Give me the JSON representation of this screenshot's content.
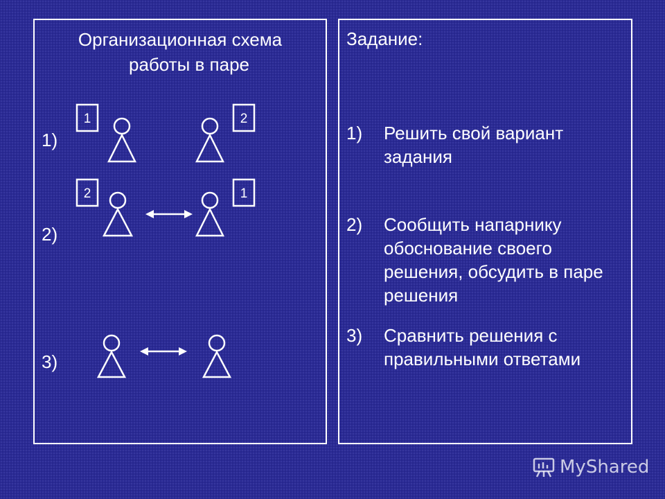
{
  "left_panel": {
    "title_line1": "Организационная схема",
    "title_line2": "работы в паре",
    "rows": [
      {
        "label": "1)",
        "left_badge": "1",
        "right_badge": "2"
      },
      {
        "label": "2)",
        "left_badge": "2",
        "right_badge": "1"
      },
      {
        "label": "3)"
      }
    ]
  },
  "right_panel": {
    "heading": "Задание:",
    "tasks": [
      {
        "num": "1)",
        "text": "Решить свой вариант задания"
      },
      {
        "num": "2)",
        "text": "Сообщить напарнику обоснование своего решения, обсудить в паре решения"
      },
      {
        "num": "3)",
        "text": "Сравнить решения с правильными ответами"
      }
    ]
  },
  "watermark": {
    "text": "MyShared",
    "icon": "presentation-board-icon"
  },
  "colors": {
    "background": "#2a2a96",
    "foreground": "#ffffff"
  }
}
